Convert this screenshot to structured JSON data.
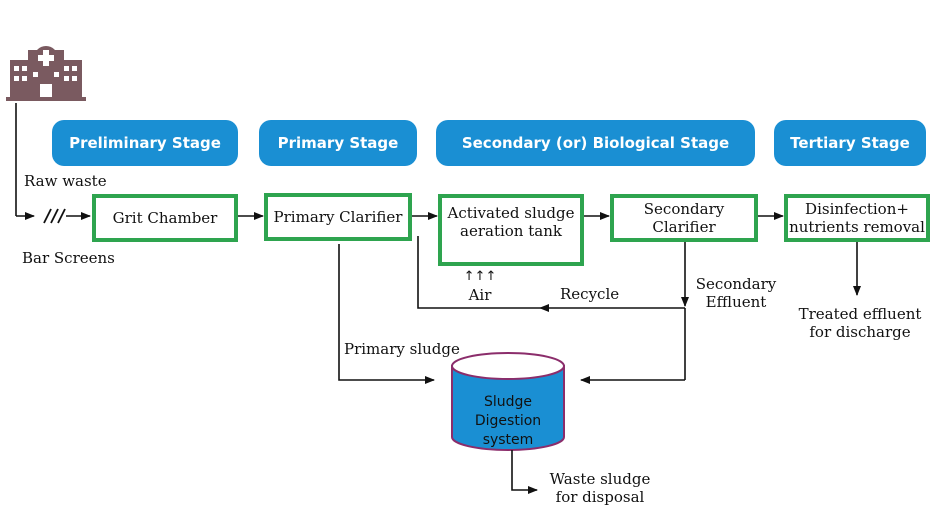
{
  "stages": [
    {
      "label": "Preliminary Stage"
    },
    {
      "label": "Primary Stage"
    },
    {
      "label": "Secondary (or) Biological Stage"
    },
    {
      "label": "Tertiary Stage"
    }
  ],
  "process_boxes": {
    "grit_chamber": "Grit Chamber",
    "primary_clarifier": "Primary Clarifier",
    "aeration_tank": "Activated sludge\naeration tank",
    "secondary_clarifier": "Secondary\nClarifier",
    "disinfection": "Disinfection+\nnutrients removal"
  },
  "labels": {
    "raw_waste": "Raw waste",
    "bar_screens": "Bar Screens",
    "air_arrows": "↑↑↑",
    "air": "Air",
    "recycle": "Recycle",
    "secondary_effluent": "Secondary\nEffluent",
    "treated_effluent": "Treated effluent\nfor discharge",
    "primary_sludge": "Primary sludge",
    "waste_sludge": "Waste sludge\nfor disposal"
  },
  "digester": {
    "label": "Sludge\nDigestion\nsystem"
  },
  "icons": {
    "source": "hospital-building-icon",
    "bar_screen": "bar-screen-icon"
  },
  "colors": {
    "stage_fill": "#1a8fd3",
    "box_border": "#2ea44f",
    "digester_fill": "#1a8fd3",
    "digester_rim": "#8b2d6b",
    "icon_fill": "#7a5a60"
  }
}
